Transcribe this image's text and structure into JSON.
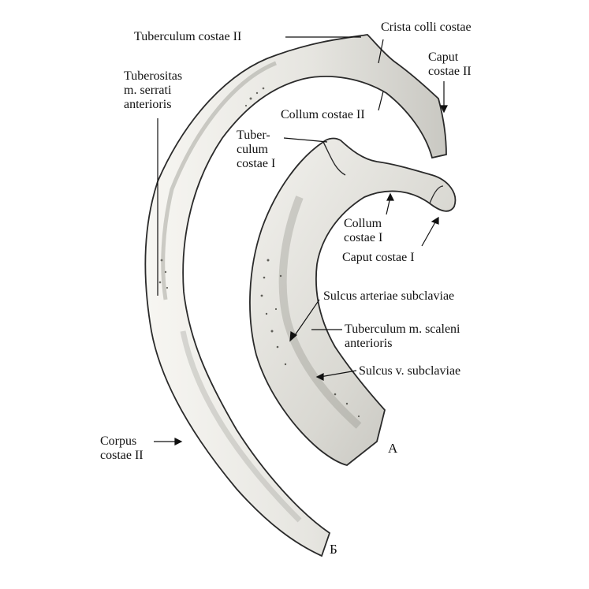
{
  "colors": {
    "bone": "#ecebe6",
    "bone_shade": "#b9b8b2",
    "outline": "#2a2a2a",
    "ink": "#111111"
  },
  "labels": {
    "tuberculum_costae_2": "Tuberculum costae II",
    "crista_colli_costae": "Crista colli costae",
    "caput_costae_2": "Caput\ncostae II",
    "tuberositas_serrati": "Tuberositas\nm. serrati\nanterioris",
    "collum_costae_2": "Collum costae II",
    "tuberculum_costae_1": "Tuber-\nculum\ncostae I",
    "collum_costae_1": "Collum\ncostae I",
    "caput_costae_1": "Caput costae I",
    "sulcus_arteriae": "Sulcus arteriae subclaviae",
    "tuberculum_scaleni": "Tuberculum m. scaleni\nanterioris",
    "sulcus_venae": "Sulcus v. subclaviae",
    "corpus_costae_2": "Corpus\ncostae II",
    "letter_a": "А",
    "letter_b": "Б"
  }
}
